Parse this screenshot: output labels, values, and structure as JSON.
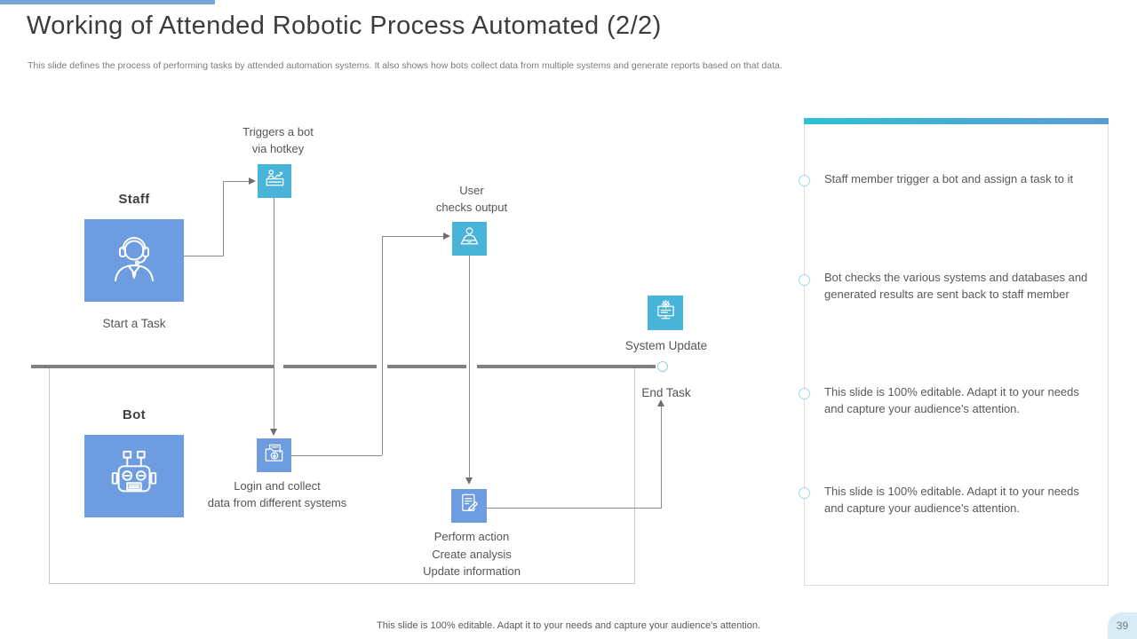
{
  "header": {
    "title": "Working of Attended Robotic Process Automated (2/2)",
    "subtitle": "This slide defines the process of performing tasks by attended automation systems. It also shows how bots collect data from multiple systems and generate reports based on that data."
  },
  "diagram": {
    "staff_lane_label": "Staff",
    "staff_caption": "Start a Task",
    "bot_lane_label": "Bot",
    "trigger_label": "Triggers a bot\nvia hotkey",
    "user_checks_label": "User\nchecks output",
    "system_update_label": "System Update",
    "end_task_label": "End Task",
    "login_label": "Login and collect\ndata from different systems",
    "perform_label": "Perform action\nCreate analysis\nUpdate information",
    "icons": {
      "staff": "support-agent-headset-icon",
      "bot": "robot-icon",
      "trigger": "person-desk-chart-icon",
      "user_checks": "person-laptop-icon",
      "system_update": "monitor-gear-icon",
      "login": "folder-download-icon",
      "perform": "document-edit-icon"
    },
    "colors": {
      "big_box_blue": "#6d9ce1",
      "small_box_cyan": "#49b4da",
      "small_box_blue": "#6d9ce1",
      "flow_line_gray": "#7f7f7f"
    }
  },
  "panel": {
    "accent_gradient": [
      "#2ec0d4",
      "#5b9bd5"
    ],
    "bullets": [
      {
        "text": "Staff member trigger a bot and assign a task to it"
      },
      {
        "text": "Bot checks the various systems and databases and generated results are sent back to staff member"
      },
      {
        "text": "This slide is 100% editable. Adapt it to your needs and capture your audience's attention."
      },
      {
        "text": "This slide is 100% editable. Adapt it to your needs and capture your audience's attention."
      }
    ]
  },
  "footer": {
    "note": "This slide is 100% editable. Adapt it to your needs and capture your audience's attention.",
    "page_number": "39"
  }
}
